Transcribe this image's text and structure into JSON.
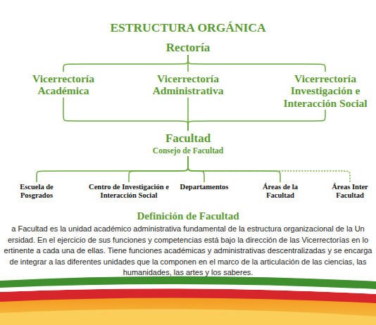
{
  "diagram": {
    "title": "ESTRUCTURA ORGÁNICA",
    "nodes": [
      {
        "text": [
          "Rectoría"
        ]
      },
      {
        "text": [
          "Vicerrectoría Académica"
        ]
      },
      {
        "text": [
          "Vicerrectoría Administrativa"
        ]
      },
      {
        "text": [
          "Vicerrectoría Investigación e Interacción Social"
        ]
      },
      {
        "text": [
          "Facultad",
          "Consejo de Facultad"
        ]
      },
      {
        "text": [
          "Escuela de Posgrados"
        ]
      },
      {
        "text": [
          "Centro de Investigación e Interacción Social"
        ]
      },
      {
        "text": [
          "Departamentos"
        ]
      },
      {
        "text": [
          "Áreas de la Facultad"
        ]
      },
      {
        "text": [
          "Áreas Inter Facultad"
        ]
      }
    ],
    "edges": [
      {
        "from": 0,
        "to": 1,
        "arrow": "none"
      },
      {
        "from": 0,
        "to": 2,
        "arrow": "none"
      },
      {
        "from": 0,
        "to": 3,
        "arrow": "none"
      },
      {
        "from": 1,
        "to": 4,
        "arrow": "none"
      },
      {
        "from": 2,
        "to": 4,
        "arrow": "none"
      },
      {
        "from": 3,
        "to": 4,
        "arrow": "none"
      },
      {
        "from": 4,
        "to": 5,
        "arrow": "none"
      },
      {
        "from": 4,
        "to": 6,
        "arrow": "none"
      },
      {
        "from": 4,
        "to": 7,
        "arrow": "none"
      },
      {
        "from": 4,
        "to": 8,
        "arrow": "none"
      },
      {
        "from": 4,
        "to": 9,
        "arrow": "none"
      }
    ],
    "labels": [
      "Definición de Facultad",
      "a Facultad es la unidad académico administrativa fundamental de la estructura organizacional de la Un ersidad. En el ejercicio de sus funciones y competencias está bajo la dirección de las Vicerrectorías en lo ertinente a cada una de ellas. Tiene funciones académicas y administrativas descentralizadas y se encarga de integrar a las diferentes unidades que la componen en el marco de la articulación de las ciencias, las humanidades, las artes y los saberes."
    ]
  }
}
